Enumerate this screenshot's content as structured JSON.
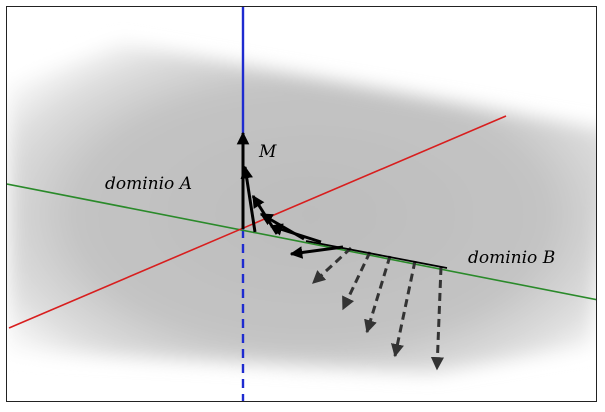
{
  "labels": {
    "vector_m": "M",
    "domain_a": "dominio A",
    "domain_b": "dominio B"
  },
  "colors": {
    "x_axis": "#d81e1e",
    "y_axis": "#2a8a2a",
    "z_axis": "#1e2bd0",
    "plane": "#bdbdbd",
    "vectors_solid": "#000000",
    "vectors_dashed": "#333333"
  },
  "icons": {
    "arrowhead": "triangle-arrowhead"
  }
}
